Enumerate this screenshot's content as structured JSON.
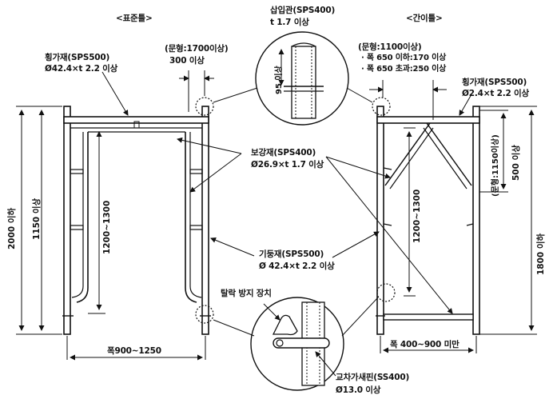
{
  "standard": {
    "title": "<표준틀>",
    "crossbar_label": "횡가재(SPS500)",
    "crossbar_spec": "Ø42.4×t 2.2 이상",
    "gate_note": "(문형:1700이상)",
    "gate_value": "300 이상",
    "height_total": "2000 이하",
    "height_inner": "1150 이상",
    "height_brace": "1200~1300",
    "width": "폭900~1250"
  },
  "shared": {
    "insert_pipe_label": "삽입관(SPS400)",
    "insert_pipe_spec": "t 1.7 이상",
    "insert_depth": "95 이상",
    "brace_label": "보강재(SPS400)",
    "brace_spec": "Ø26.9×t 1.7 이상",
    "post_label": "기둥재(SPS500)",
    "post_spec": "Ø 42.4×t 2.2 이상",
    "lock_label": "탈락 방지 장치",
    "pin_label": "교차가새핀(SS400)",
    "pin_spec": "Ø13.0 이상"
  },
  "simple": {
    "title": "<간이틀>",
    "gate_note": "(문형:1100이상)",
    "bullet1": "· 폭 650 이하:170 이상",
    "bullet2": "· 폭 650 초과:250 이상",
    "crossbar_label": "횡가재(SPS500)",
    "crossbar_spec": "Ø2.4×t 2.2 이상",
    "side_note": "(문형:1150이상)",
    "side_value": "500 이상",
    "height_total": "1800 이하",
    "height_brace": "1200~1300",
    "width": "폭 400~900 미만"
  },
  "colors": {
    "line": "#111111",
    "background": "#ffffff"
  }
}
